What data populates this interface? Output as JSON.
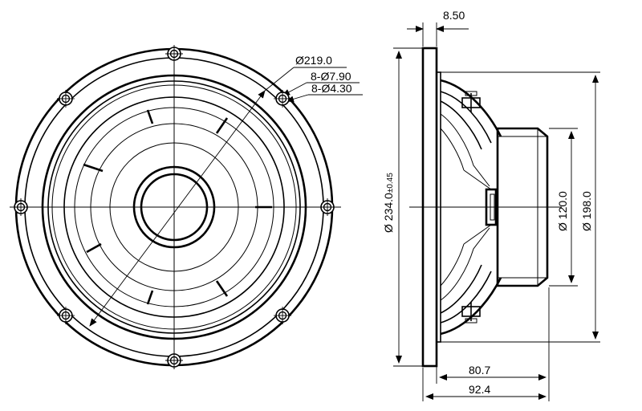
{
  "front_view": {
    "dimensions": {
      "outer_diameter": "Ø219.0",
      "bolt_holes": "8-Ø7.90",
      "inner_holes": "8-Ø4.30"
    }
  },
  "side_view": {
    "dimensions": {
      "flange_thickness": "8.50",
      "frame_diameter": "Ø 234.0",
      "frame_tolerance": "±0.45",
      "magnet_diameter": "Ø 120.0",
      "basket_diameter": "Ø 198.0",
      "depth_to_magnet": "80.7",
      "overall_depth": "92.4"
    }
  },
  "icons": [
    "mounting-screw-icon"
  ]
}
